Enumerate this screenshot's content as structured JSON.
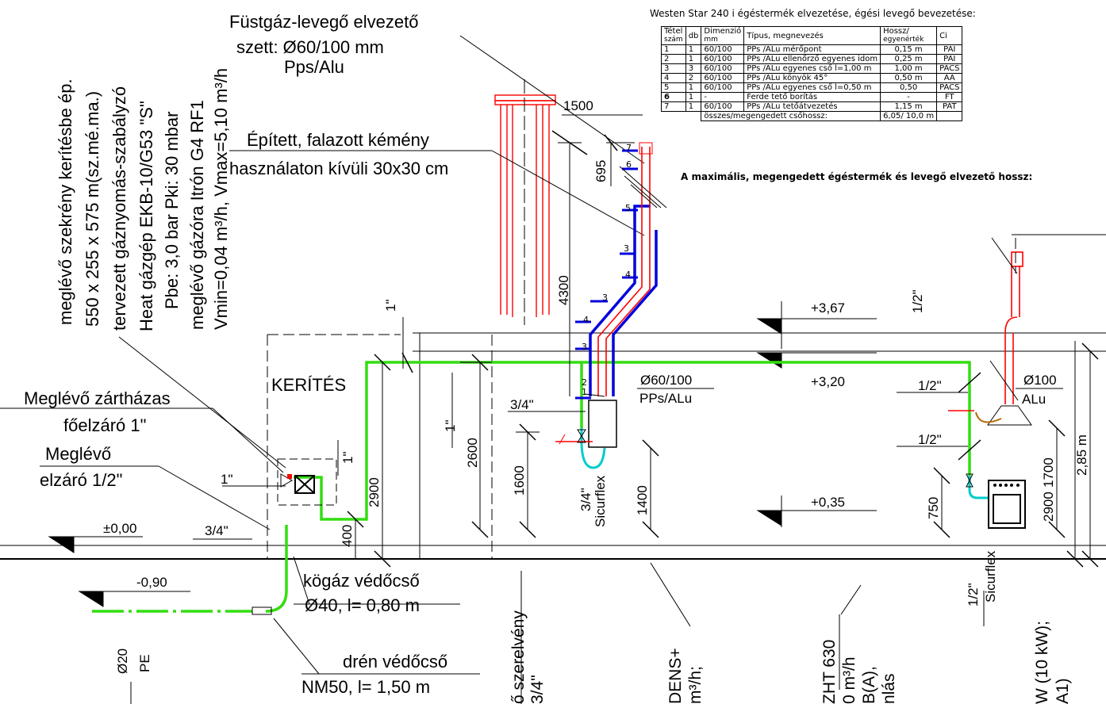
{
  "table": {
    "title": "Westen Star 240 i égéstermék elvezetése, égési levegő bevezetése:",
    "headers": [
      {
        "top": "Tétel",
        "bottom": "szám"
      },
      {
        "top": "db",
        "bottom": ""
      },
      {
        "top": "Dimenzió",
        "bottom": "mm"
      },
      {
        "top": "Típus, megnevezés",
        "bottom": ""
      },
      {
        "top": "Hossz/",
        "bottom": "egyenérték"
      },
      {
        "top": "Ci",
        "bottom": ""
      }
    ],
    "rows": [
      [
        "1",
        "1",
        "60/100",
        "PPs /ALu mérőpont",
        "0,15 m",
        "PAI"
      ],
      [
        "2",
        "1",
        "60/100",
        "PPs /ALu ellenőrző egyenes idom",
        "0,25 m",
        "PAI"
      ],
      [
        "3",
        "3",
        "60/100",
        "PPs /ALu egyenes cső l=1,00 m",
        "1,00 m",
        "PACS"
      ],
      [
        "4",
        "2",
        "60/100",
        "PPs /ALu könyök 45°",
        "0,50 m",
        "AA"
      ],
      [
        "5",
        "1",
        "60/100",
        "PPs /ALu egyenes cső l=0,50 m",
        "0,50",
        "PACS"
      ],
      [
        "6",
        "1",
        "-",
        "Ferde tető borítás",
        "-",
        "FT"
      ],
      [
        "7",
        "1",
        "60/100",
        "PPs /ALu tetőátvezetés",
        "1,15 m",
        "PAT"
      ]
    ],
    "total_label": "összes/megengedett csőhossz:",
    "total_value": "6,05/ 10,0 m",
    "max_note": "A maximális, megengedett égéstermék és levegő elvezető hossz:"
  },
  "labels": {
    "flue_set_line1": "Füstgáz-levegő elvezető",
    "flue_set_line2": "szett: Ø60/100 mm",
    "flue_set_line3": "Pps/Alu",
    "chimney_line1": "Épített, falazott kémény",
    "chimney_line2": "használaton kívüli  30x30 cm",
    "fence": "KERÍTÉS",
    "main_shutoff_line1": "Meglévő zártházas",
    "main_shutoff_line2": "főelzáró 1\"",
    "existing_valve_line1": "Meglévő",
    "existing_valve_line2": "elzáró 1/2\"",
    "protective_pipe_line1": "kögáz védőcső",
    "protective_pipe_line2": "Ø40, l= 0,80 m",
    "drain_pipe_line1": "drén védőcső",
    "drain_pipe_line2": "NM50, l= 1,50 m",
    "flue_dim_1": "Ø60/100",
    "flue_dim_2": "PPs/ALu",
    "alu_dim_1": "Ø100",
    "alu_dim_2": "ALu",
    "sicurflex_1": "3/4\"",
    "sicurflex_2": "Sicurflex",
    "sicurflex_3": "1/2\"",
    "sicurflex_4": "Sicurflex",
    "pipe_pe_1": "Ø20",
    "pipe_pe_2": "PE"
  },
  "vertical_text": [
    "meglévő szekrény kerítésbe ép.",
    "550 x 255 x 575 m(sz.mé.ma.)",
    "tervezett gáznyomás-szabályzó",
    "Heat gázgép EKB-10/G53 \"S\"",
    "Pbe: 3,0 bar Pki: 30 mbar",
    "meglévő gázóra Itrón G4 RF1",
    "Vmin=0,04 m³/h, Vmax=5,10 m³/h"
  ],
  "bottom_vertical_text": [
    "ő szerelvény",
    "3/4\"",
    "DENS+",
    "m³/h;",
    "ZHT 630",
    "0 m³/h",
    "B(A),",
    "nlás",
    "W (10 kW);",
    "A1)"
  ],
  "levels": [
    "±0,00",
    "-0,90",
    "+3,67",
    "+3,20",
    "+0,35"
  ],
  "dimensions": [
    "1500",
    "695",
    "4300",
    "2600",
    "1600",
    "1400",
    "2900",
    "400",
    "750",
    "1700",
    "2900",
    "2,85 m"
  ],
  "pipe_sizes": [
    "1\"",
    "1\"",
    "1\"",
    "3/4\"",
    "3/4\"",
    "1\"",
    "1/2\"",
    "1/2\"",
    "1/2\""
  ],
  "item_markers": [
    "1",
    "2",
    "3",
    "4",
    "3",
    "4",
    "3",
    "5",
    "6",
    "7"
  ],
  "colors": {
    "gas_pipe": "#33dd11",
    "flue": "#ff0000",
    "insulation": "#0000cc",
    "flex": "#00cccc"
  }
}
